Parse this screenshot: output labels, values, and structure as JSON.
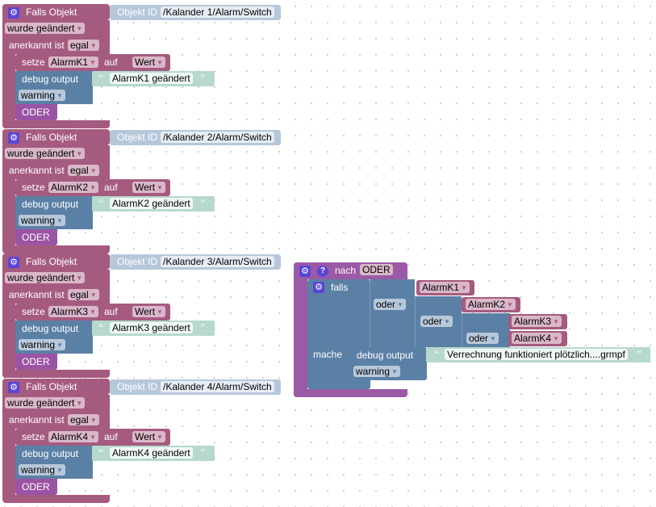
{
  "triggers": [
    {
      "header": "Falls Objekt",
      "objid_label": "Objekt ID",
      "objid_value": "/Kalander 1/Alarm/Switch",
      "change": "wurde geändert",
      "ack_label": "anerkannt ist",
      "ack_value": "egal",
      "set_label": "setze",
      "var": "AlarmK1",
      "to_label": "auf",
      "value": "Wert",
      "debug_label": "debug output",
      "debug_text": "AlarmK1 geändert",
      "level": "warning",
      "func": "ODER"
    },
    {
      "header": "Falls Objekt",
      "objid_label": "Objekt ID",
      "objid_value": "/Kalander 2/Alarm/Switch",
      "change": "wurde geändert",
      "ack_label": "anerkannt ist",
      "ack_value": "egal",
      "set_label": "setze",
      "var": "AlarmK2",
      "to_label": "auf",
      "value": "Wert",
      "debug_label": "debug output",
      "debug_text": "AlarmK2 geändert",
      "level": "warning",
      "func": "ODER"
    },
    {
      "header": "Falls Objekt",
      "objid_label": "Objekt ID",
      "objid_value": "/Kalander 3/Alarm/Switch",
      "change": "wurde geändert",
      "ack_label": "anerkannt ist",
      "ack_value": "egal",
      "set_label": "setze",
      "var": "AlarmK3",
      "to_label": "auf",
      "value": "Wert",
      "debug_label": "debug output",
      "debug_text": "AlarmK3 geändert",
      "level": "warning",
      "func": "ODER"
    },
    {
      "header": "Falls Objekt",
      "objid_label": "Objekt ID",
      "objid_value": "/Kalander 4/Alarm/Switch",
      "change": "wurde geändert",
      "ack_label": "anerkannt ist",
      "ack_value": "egal",
      "set_label": "setze",
      "var": "AlarmK4",
      "to_label": "auf",
      "value": "Wert",
      "debug_label": "debug output",
      "debug_text": "AlarmK4 geändert",
      "level": "warning",
      "func": "ODER"
    }
  ],
  "function": {
    "header": "nach",
    "name": "ODER",
    "if_label": "falls",
    "do_label": "mache",
    "vars": [
      "AlarmK1",
      "AlarmK2",
      "AlarmK3",
      "AlarmK4"
    ],
    "or_label": "oder",
    "debug_label": "debug output",
    "debug_text": "Verrechnung funktioniert plötzlich....grmpf",
    "level": "warning"
  },
  "icons": {
    "gear": "⚙",
    "help": "?",
    "dropdown": "▼",
    "quote_open": "“",
    "quote_close": "”"
  }
}
